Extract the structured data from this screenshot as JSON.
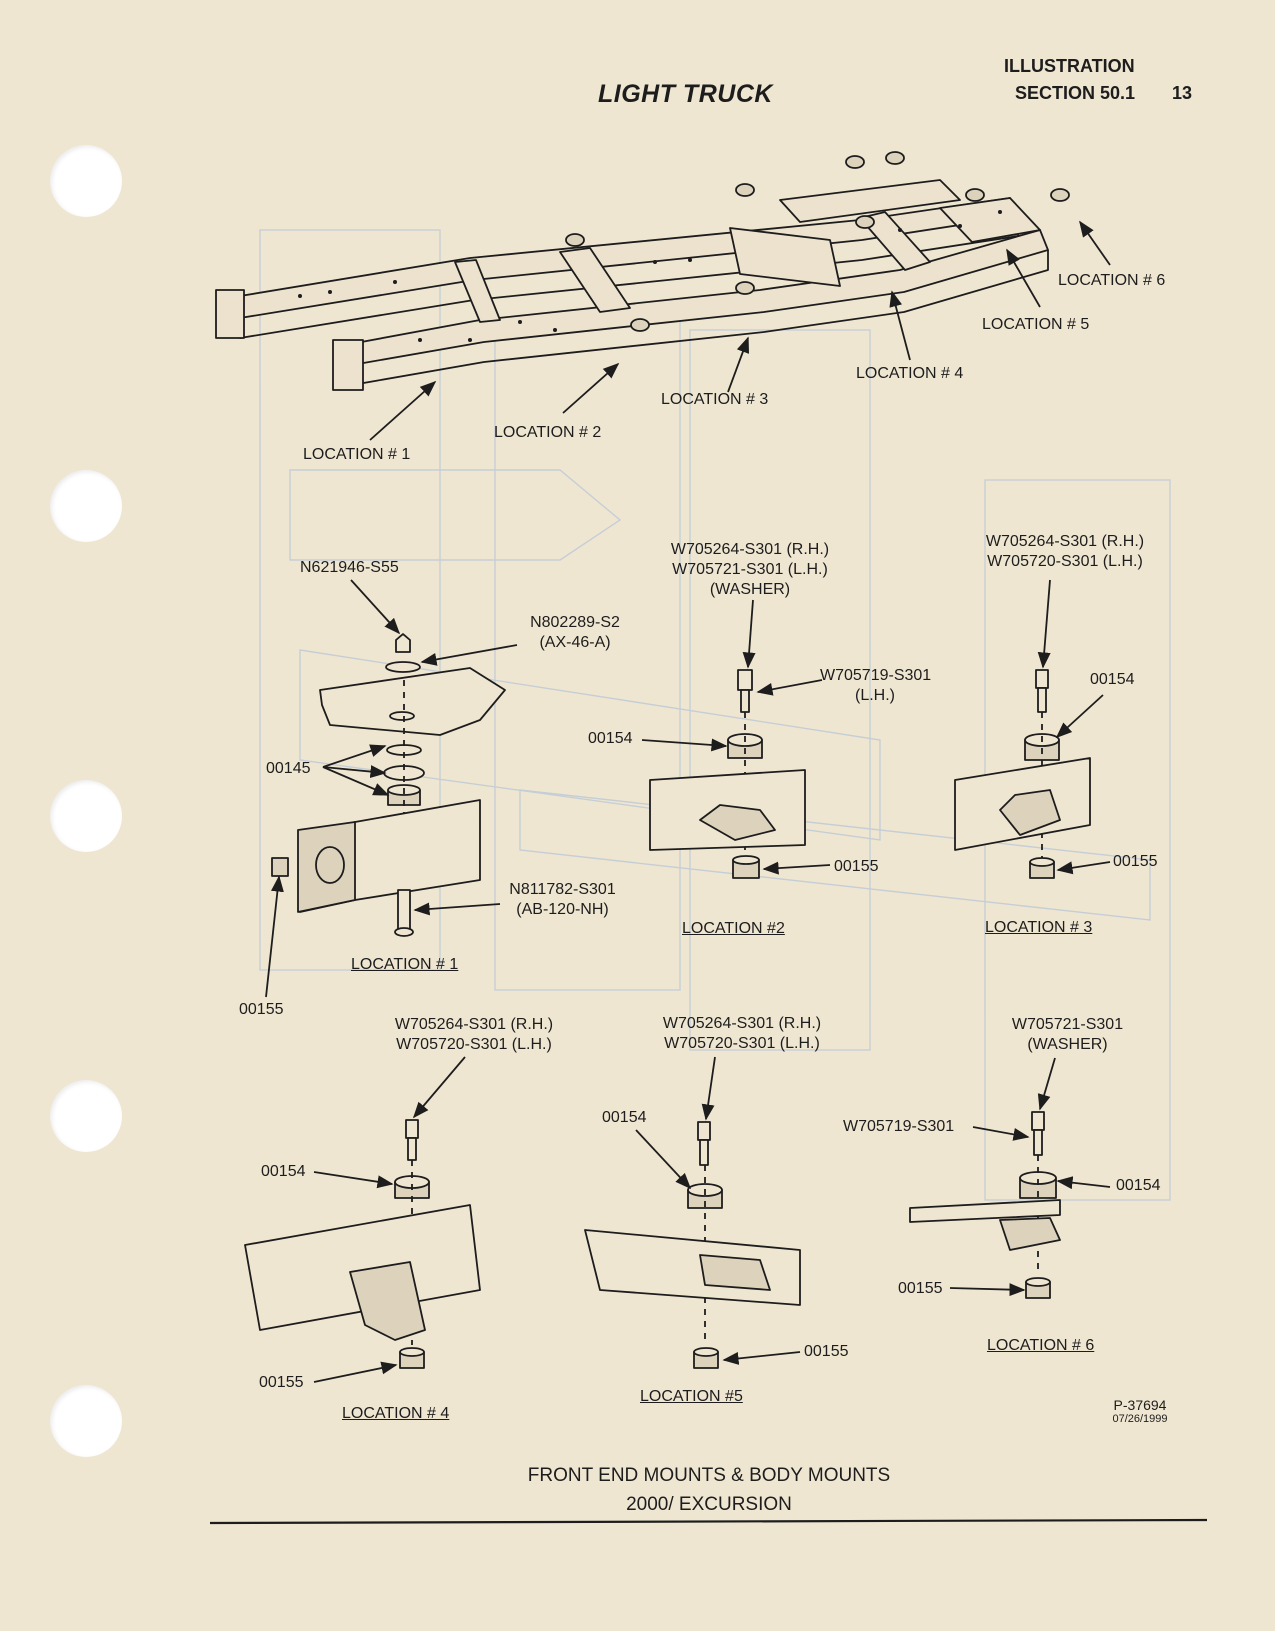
{
  "header": {
    "title": "LIGHT TRUCK",
    "illustration": "ILLUSTRATION",
    "section": "SECTION 50.1",
    "page_number": "13"
  },
  "frame_locations": {
    "loc1": "LOCATION # 1",
    "loc2": "LOCATION # 2",
    "loc3": "LOCATION # 3",
    "loc4": "LOCATION # 4",
    "loc5": "LOCATION # 5",
    "loc6": "LOCATION # 6"
  },
  "detail_location1": {
    "caption": "LOCATION # 1",
    "nut": "N621946-S55",
    "washer_line1": "N802289-S2",
    "washer_line2": "(AX-46-A)",
    "insulators": "00145",
    "bolt_line1": "N811782-S301",
    "bolt_line2": "(AB-120-NH)",
    "lower": "00155"
  },
  "detail_location2": {
    "caption": "LOCATION #2",
    "bolt_rh": "W705264-S301 (R.H.)",
    "bolt_lh": "W705721-S301 (L.H.)",
    "washer": "(WASHER)",
    "bolt2_line1": "W705719-S301",
    "bolt2_line2": "(L.H.)",
    "upper": "00154",
    "lower": "00155"
  },
  "detail_location3": {
    "caption": "LOCATION # 3",
    "bolt_rh": "W705264-S301 (R.H.)",
    "bolt_lh": "W705720-S301 (L.H.)",
    "upper": "00154",
    "lower": "00155"
  },
  "detail_location4": {
    "caption": "LOCATION # 4",
    "bolt_rh": "W705264-S301 (R.H.)",
    "bolt_lh": "W705720-S301 (L.H.)",
    "upper": "00154",
    "lower": "00155"
  },
  "detail_location5": {
    "caption": "LOCATION #5",
    "bolt_rh": "W705264-S301 (R.H.)",
    "bolt_lh": "W705720-S301 (L.H.)",
    "upper": "00154",
    "lower": "00155"
  },
  "detail_location6": {
    "caption": "LOCATION # 6",
    "washer_line1": "W705721-S301",
    "washer_line2": "(WASHER)",
    "bolt": "W705719-S301",
    "upper": "00154",
    "lower": "00155"
  },
  "footer": {
    "ref_id": "P-37694",
    "ref_date": "07/26/1999",
    "caption_line1": "FRONT END MOUNTS & BODY MOUNTS",
    "caption_line2": "2000/ EXCURSION"
  }
}
